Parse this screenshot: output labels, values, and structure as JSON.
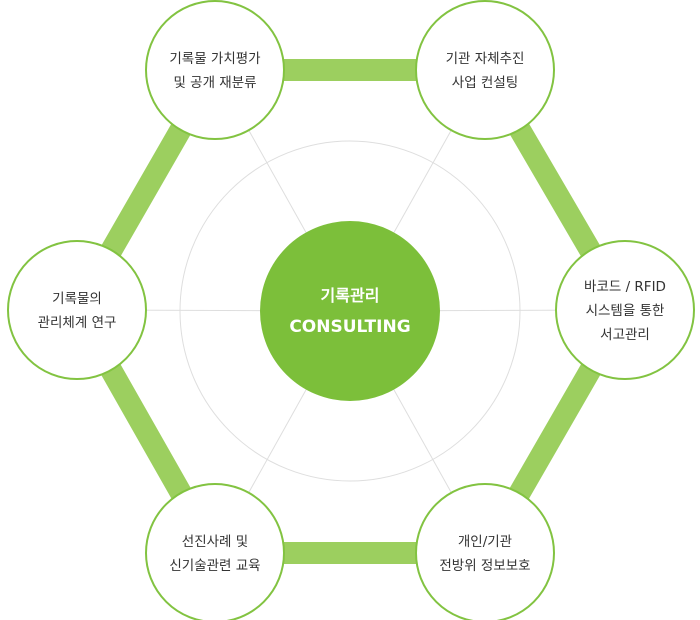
{
  "colors": {
    "ring": "#9ccf5f",
    "node_border": "#82c341",
    "center_fill": "#7cbf3a",
    "guide_lines": "#dedede",
    "text": "#333333",
    "center_text": "#ffffff"
  },
  "center": {
    "title": "기록관리",
    "subtitle": "CONSULTING"
  },
  "nodes": [
    {
      "lines": [
        "기록물 가치평가",
        "및 공개 재분류"
      ]
    },
    {
      "lines": [
        "기관 자체추진",
        "사업 컨설팅"
      ]
    },
    {
      "lines": [
        "바코드 / RFID",
        "시스템을 통한",
        "서고관리"
      ]
    },
    {
      "lines": [
        "개인/기관",
        "전방위 정보보호"
      ]
    },
    {
      "lines": [
        "선진사례 및",
        "신기술관련 교육"
      ]
    },
    {
      "lines": [
        "기록물의",
        "관리체계 연구"
      ]
    }
  ]
}
